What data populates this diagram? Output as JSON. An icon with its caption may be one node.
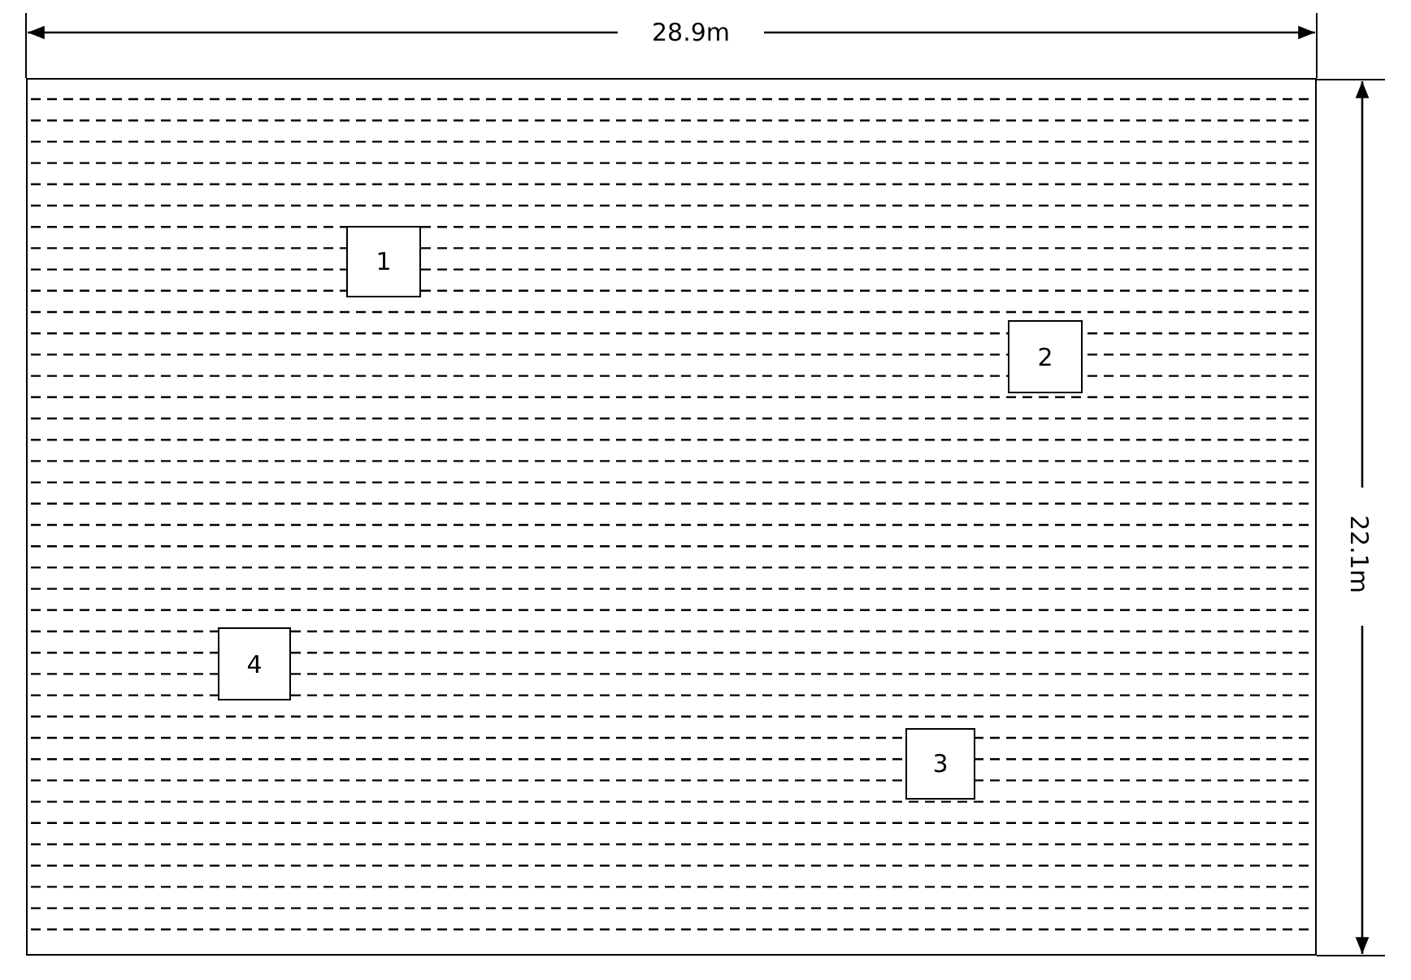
{
  "diagram": {
    "nodes": [
      {
        "text": [],
        "shape": "box"
      },
      {
        "text": [
          "1"
        ],
        "in": 0
      },
      {
        "text": [
          "2"
        ],
        "in": 0
      },
      {
        "text": [
          "3"
        ],
        "in": 0
      },
      {
        "text": [
          "4"
        ],
        "in": 0
      }
    ],
    "edges": [],
    "labels": [
      "28.9m",
      "22.1m"
    ]
  }
}
